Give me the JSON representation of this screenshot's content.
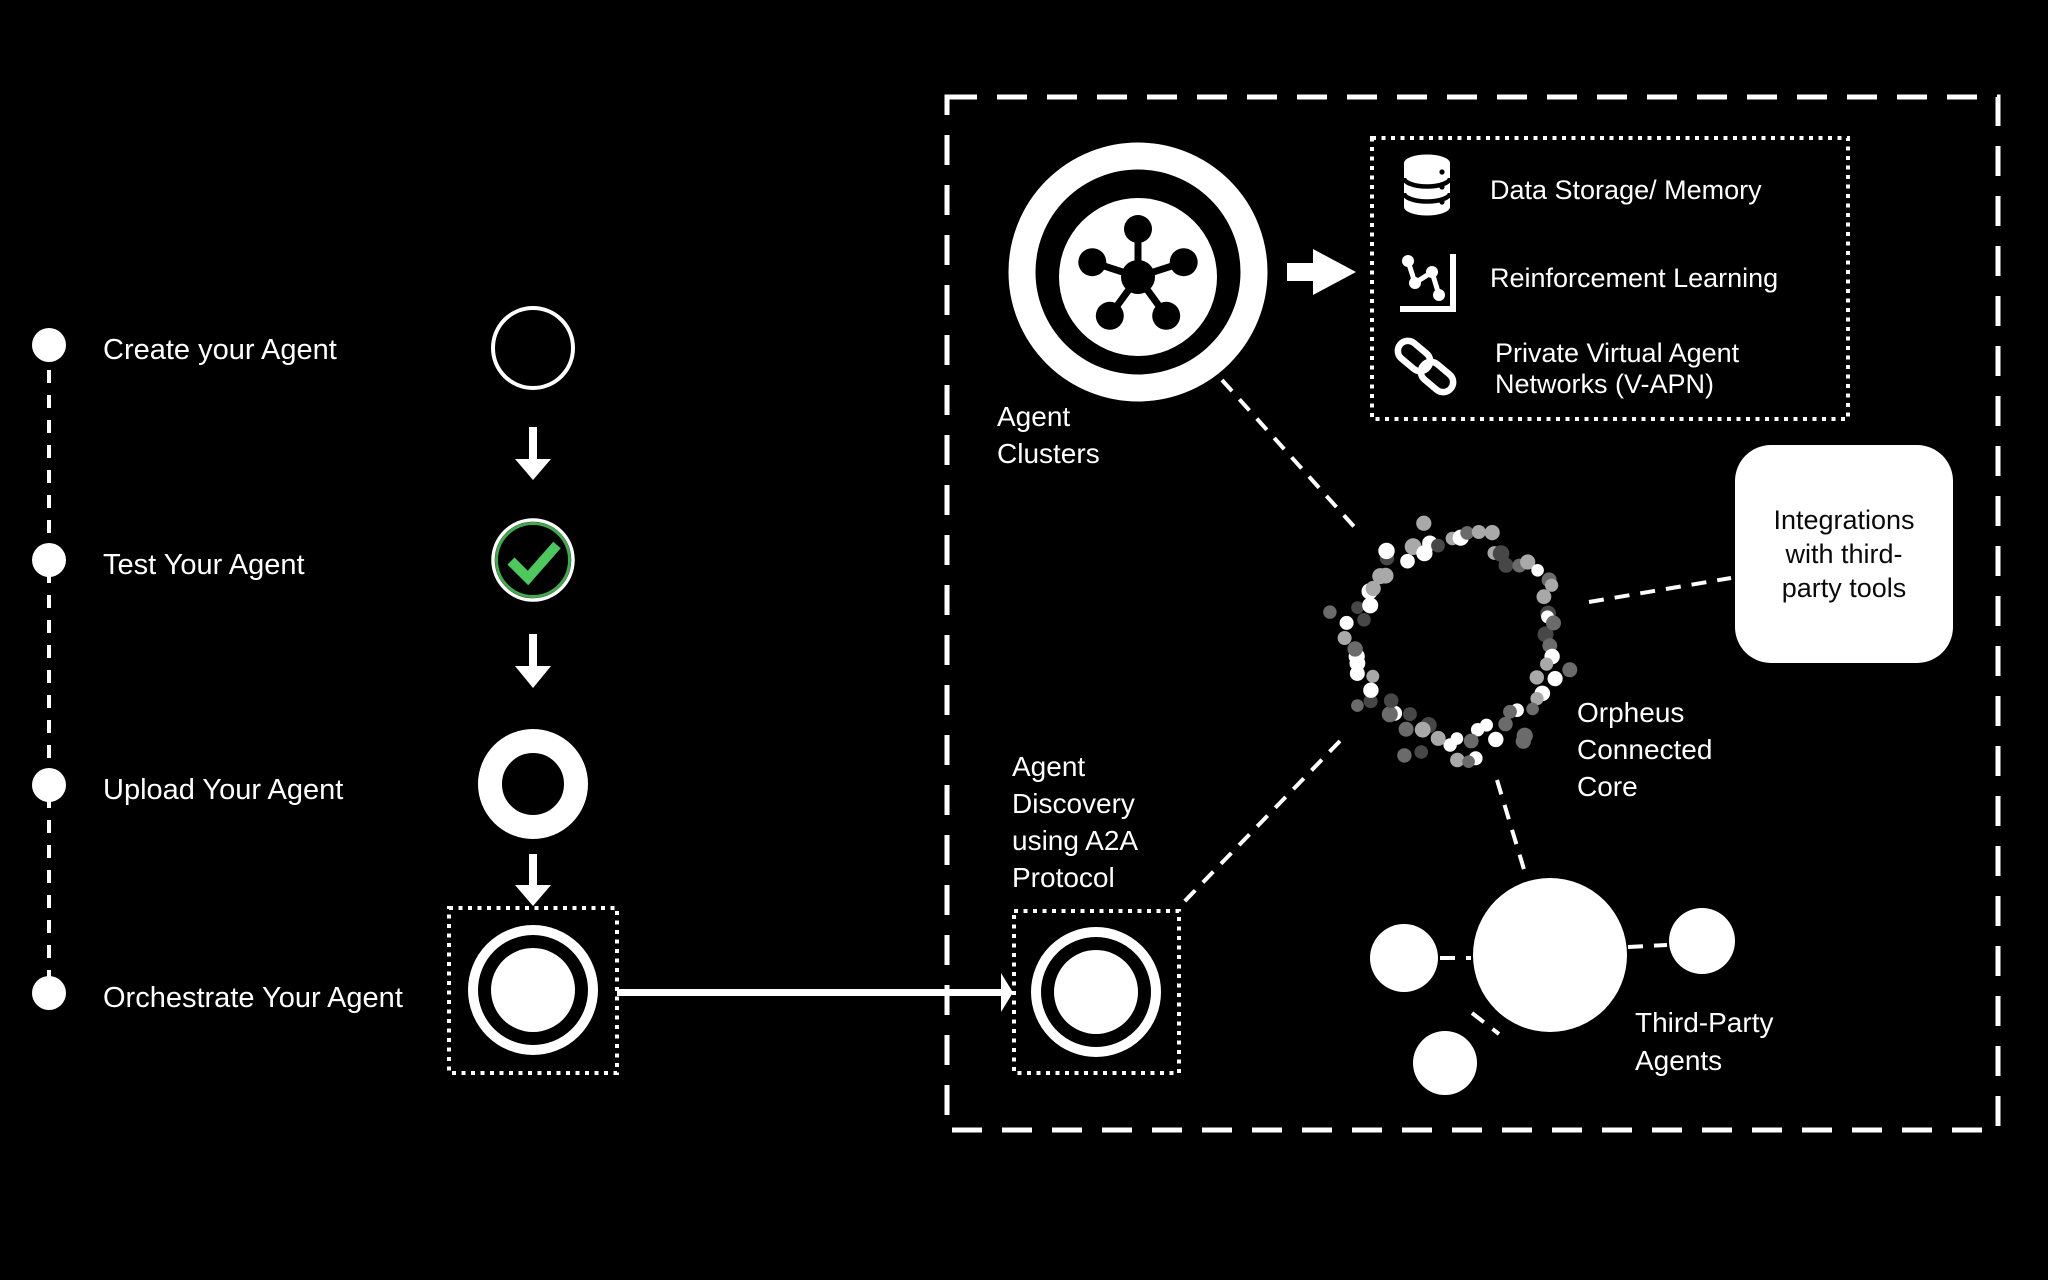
{
  "colors": {
    "background": "#000000",
    "foreground": "#ffffff",
    "accent_green": "#4dc75e",
    "dot_light": "#a9a9a9",
    "dot_mid": "#6b6b6b",
    "dot_dark": "#474747"
  },
  "timeline": {
    "steps": [
      {
        "label": "Create your Agent",
        "icon": "empty-circle-icon"
      },
      {
        "label": "Test Your Agent",
        "icon": "check-circle-icon"
      },
      {
        "label": "Upload Your Agent",
        "icon": "ring-icon"
      },
      {
        "label": "Orchestrate Your Agent",
        "icon": "target-circle-icon"
      }
    ]
  },
  "cluster": {
    "label": "Agent\nClusters",
    "icon": "hub-network-icon"
  },
  "capabilities": {
    "items": [
      {
        "icon": "database-icon",
        "label": "Data Storage/ Memory"
      },
      {
        "icon": "scatter-chart-icon",
        "label": "Reinforcement Learning"
      },
      {
        "icon": "chain-link-icon",
        "label": "Private Virtual Agent\nNetworks (V-APN)"
      }
    ]
  },
  "integrations": {
    "label": "Integrations\nwith third-\nparty tools"
  },
  "orpheus": {
    "label": "Orpheus\nConnected\nCore"
  },
  "discovery": {
    "label": "Agent\nDiscovery\nusing A2A\nProtocol",
    "icon": "target-circle-icon"
  },
  "third_party": {
    "label": "Third-Party\nAgents",
    "icon": "agent-cluster-circles"
  }
}
